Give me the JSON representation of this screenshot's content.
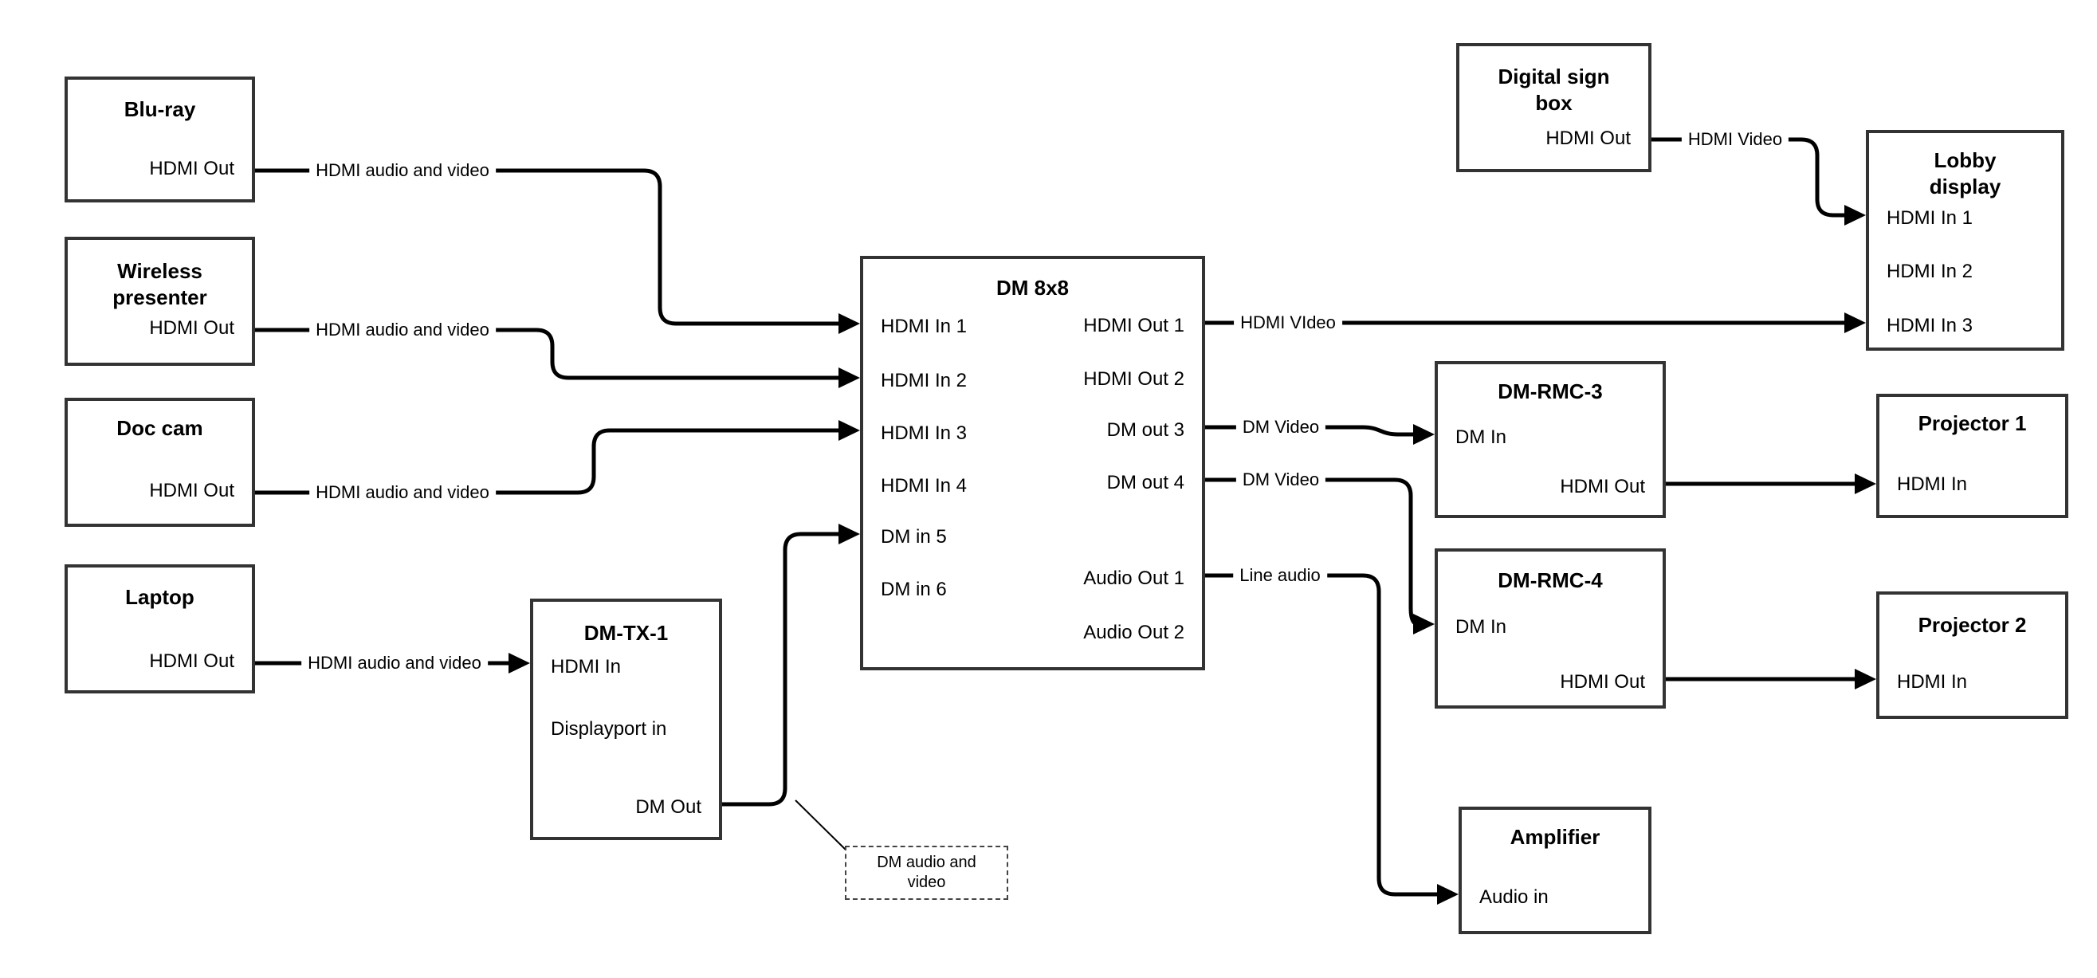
{
  "colors": {
    "background": "#ffffff",
    "wire": "#000000",
    "box_border": "#333333",
    "text": "#000000"
  },
  "nodes": {
    "bluray": {
      "title": "Blu-ray",
      "ports": {
        "out": "HDMI Out"
      }
    },
    "wireless": {
      "title": "Wireless presenter",
      "ports": {
        "out": "HDMI Out"
      }
    },
    "doccam": {
      "title": "Doc cam",
      "ports": {
        "out": "HDMI Out"
      }
    },
    "laptop": {
      "title": "Laptop",
      "ports": {
        "out": "HDMI Out"
      }
    },
    "dmtx1": {
      "title": "DM-TX-1",
      "ports": {
        "hdmi_in": "HDMI In",
        "dp_in": "Displayport in",
        "dm_out": "DM Out"
      }
    },
    "dm8x8": {
      "title": "DM 8x8",
      "ports_left": [
        "HDMI In 1",
        "HDMI In 2",
        "HDMI In 3",
        "HDMI In 4",
        "DM in 5",
        "DM in 6"
      ],
      "ports_right": [
        "HDMI Out 1",
        "HDMI Out 2",
        "DM out 3",
        "DM out 4",
        "Audio Out 1",
        "Audio Out 2"
      ]
    },
    "digitalsign": {
      "title": "Digital sign box",
      "ports": {
        "out": "HDMI Out"
      }
    },
    "lobby": {
      "title": "Lobby display",
      "ports_left": [
        "HDMI In 1",
        "HDMI In 2",
        "HDMI In 3"
      ]
    },
    "dmrmc3": {
      "title": "DM-RMC-3",
      "ports": {
        "in": "DM In",
        "out": "HDMI Out"
      }
    },
    "projector1": {
      "title": "Projector 1",
      "ports": {
        "in": "HDMI In"
      }
    },
    "dmrmc4": {
      "title": "DM-RMC-4",
      "ports": {
        "in": "DM In",
        "out": "HDMI Out"
      }
    },
    "projector2": {
      "title": "Projector 2",
      "ports": {
        "in": "HDMI In"
      }
    },
    "amplifier": {
      "title": "Amplifier",
      "ports": {
        "in": "Audio in"
      }
    }
  },
  "callout": {
    "text": "DM audio and video"
  },
  "edges": [
    {
      "from": "Blu-ray / HDMI Out",
      "to": "DM 8x8 / HDMI In 1",
      "label": "HDMI audio and video"
    },
    {
      "from": "Wireless presenter / HDMI Out",
      "to": "DM 8x8 / HDMI In 2",
      "label": "HDMI audio and video"
    },
    {
      "from": "Doc cam / HDMI Out",
      "to": "DM 8x8 / HDMI In 3",
      "label": "HDMI audio and video"
    },
    {
      "from": "Laptop / HDMI Out",
      "to": "DM-TX-1 / HDMI In",
      "label": "HDMI audio and video"
    },
    {
      "from": "DM-TX-1 / DM Out",
      "to": "DM 8x8 / DM in 5",
      "label": ""
    },
    {
      "from": "DM 8x8 / HDMI Out 1",
      "to": "Lobby display / HDMI In 3",
      "label": "HDMI VIdeo"
    },
    {
      "from": "DM 8x8 / DM out 3",
      "to": "DM-RMC-3 / DM In",
      "label": "DM Video"
    },
    {
      "from": "DM 8x8 / DM out 4",
      "to": "DM-RMC-4 / DM In",
      "label": "DM Video"
    },
    {
      "from": "DM 8x8 / Audio Out 1",
      "to": "Amplifier / Audio in",
      "label": "Line audio"
    },
    {
      "from": "Digital sign box / HDMI Out",
      "to": "Lobby display / HDMI In 1",
      "label": "HDMI Video"
    },
    {
      "from": "DM-RMC-3 / HDMI Out",
      "to": "Projector 1 / HDMI In",
      "label": ""
    },
    {
      "from": "DM-RMC-4 / HDMI Out",
      "to": "Projector 2 / HDMI In",
      "label": ""
    }
  ]
}
